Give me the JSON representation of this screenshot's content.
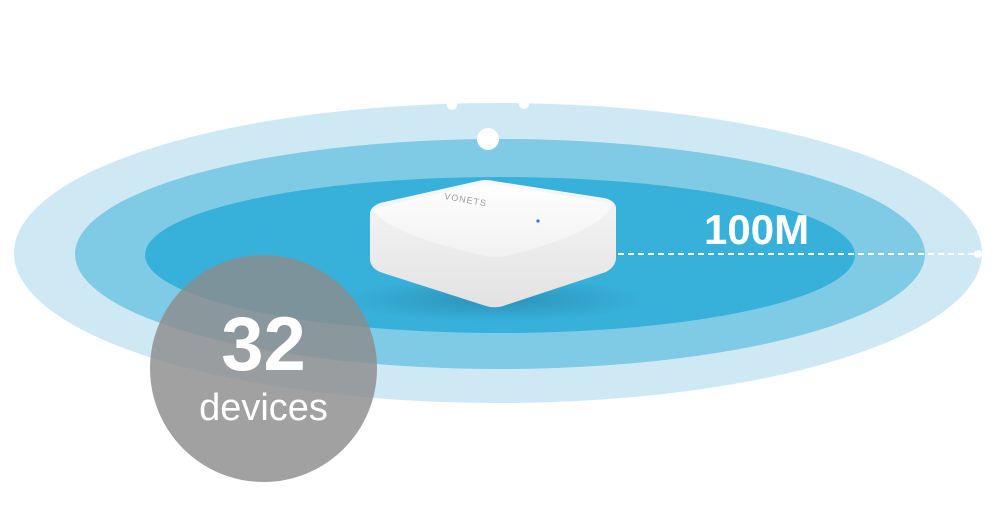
{
  "product": {
    "brand_text": "VONETS"
  },
  "range": {
    "label": "100M"
  },
  "capacity": {
    "count": "32",
    "unit": "devices"
  },
  "colors": {
    "outer_ring": "#cfe9f4",
    "middle_ring": "#7fcbe6",
    "inner_ring": "#37b0da",
    "device_body": "#f6f6f6",
    "badge": "#8c8c8c"
  }
}
